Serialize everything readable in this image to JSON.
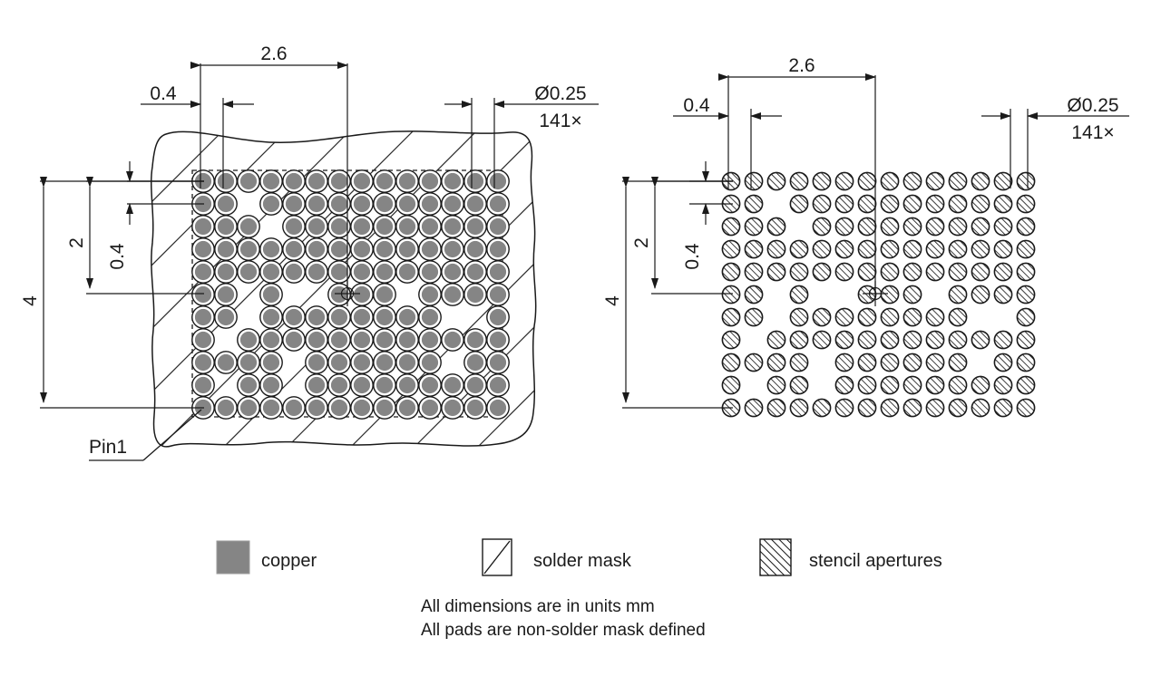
{
  "drawing": {
    "title": "BGA land pattern and stencil aperture drawing",
    "grid": {
      "columns": 14,
      "rows": 11,
      "pitch_mm": 0.4,
      "total_pads": 141,
      "present": [
        [
          1,
          1,
          1,
          1,
          1,
          1,
          1,
          1,
          1,
          1,
          1,
          1,
          1,
          1
        ],
        [
          1,
          1,
          0,
          1,
          1,
          1,
          1,
          1,
          1,
          1,
          1,
          1,
          1,
          1
        ],
        [
          1,
          1,
          1,
          0,
          1,
          1,
          1,
          1,
          1,
          1,
          1,
          1,
          1,
          1
        ],
        [
          1,
          1,
          1,
          1,
          1,
          1,
          1,
          1,
          1,
          1,
          1,
          1,
          1,
          1
        ],
        [
          1,
          1,
          1,
          1,
          1,
          1,
          1,
          1,
          1,
          1,
          1,
          1,
          1,
          1
        ],
        [
          1,
          1,
          0,
          1,
          0,
          0,
          1,
          1,
          1,
          0,
          1,
          1,
          1,
          1
        ],
        [
          1,
          1,
          0,
          1,
          1,
          1,
          1,
          1,
          1,
          1,
          1,
          0,
          0,
          1
        ],
        [
          1,
          0,
          1,
          1,
          1,
          1,
          1,
          1,
          1,
          1,
          1,
          1,
          1,
          1
        ],
        [
          1,
          1,
          1,
          1,
          0,
          1,
          1,
          1,
          1,
          1,
          1,
          0,
          1,
          1
        ],
        [
          1,
          0,
          1,
          1,
          0,
          1,
          1,
          1,
          1,
          1,
          1,
          1,
          1,
          1
        ],
        [
          1,
          1,
          1,
          1,
          1,
          1,
          1,
          1,
          1,
          1,
          1,
          1,
          1,
          1
        ]
      ]
    },
    "left_view": {
      "name": "copper-land-pattern-view",
      "dim_top_span": "2.6",
      "dim_top_pitch": "0.4",
      "dim_diameter": "Ø0.25",
      "dim_diameter_count": "141×",
      "dim_left_outer": "4",
      "dim_left_inner": "2",
      "dim_left_pitch": "0.4",
      "pin1_label": "Pin1"
    },
    "right_view": {
      "name": "stencil-aperture-view",
      "dim_top_span": "2.6",
      "dim_top_pitch": "0.4",
      "dim_diameter": "Ø0.25",
      "dim_diameter_count": "141×",
      "dim_left_outer": "4",
      "dim_left_inner": "2",
      "dim_left_pitch": "0.4"
    },
    "legend": [
      {
        "key": "copper",
        "label": "copper",
        "swatch": "solid-gray"
      },
      {
        "key": "solder-mask",
        "label": "solder mask",
        "swatch": "sparse-hatch"
      },
      {
        "key": "stencil-apertures",
        "label": "stencil apertures",
        "swatch": "dense-hatch"
      }
    ],
    "notes": [
      "All dimensions are in units mm",
      "All pads are non-solder mask defined"
    ],
    "colors": {
      "copper_fill": "#858585",
      "line": "#1a1a1a",
      "mask_line": "#2b2b2b",
      "background": "#ffffff"
    }
  }
}
